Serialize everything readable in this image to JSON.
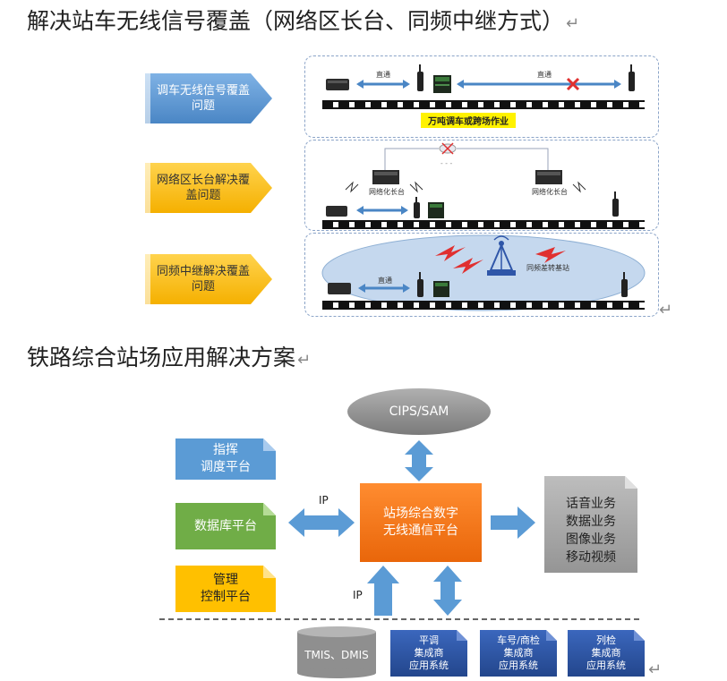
{
  "headings": {
    "h1": "解决站车无线信号覆盖（网络区长台、同频中继方式）",
    "h2": "铁路综合站场应用解决方案",
    "return_mark": "↵"
  },
  "section1": {
    "chevrons": [
      {
        "line1": "调车无线信号覆盖",
        "line2": "问题",
        "color": "#5b9bd5"
      },
      {
        "line1": "网络区长台解决覆",
        "line2": "盖问题",
        "color": "#ffc000"
      },
      {
        "line1": "同频中继解决覆盖",
        "line2": "问题",
        "color": "#ffc000"
      }
    ],
    "panel1": {
      "direct_left": "直通",
      "direct_right": "直通",
      "note": "万吨调车或跨场作业"
    },
    "panel2": {
      "station_left": "网络化长台",
      "station_right": "网络化长台",
      "dash_label": "- - -"
    },
    "panel3": {
      "direct": "直通",
      "relay": "同频差转基站"
    }
  },
  "section2": {
    "cips": "CIPS/SAM",
    "platform_line1": "站场综合数字",
    "platform_line2": "无线通信平台",
    "left_boxes": [
      {
        "line1": "指挥",
        "line2": "调度平台",
        "color": "#5b9bd5"
      },
      {
        "line1": "数据库平台",
        "line2": "",
        "color": "#70ad47"
      },
      {
        "line1": "管理",
        "line2": "控制平台",
        "color": "#ffc000"
      }
    ],
    "ip_left": "IP",
    "ip_bottom": "IP",
    "services": [
      "话音业务",
      "数据业务",
      "图像业务",
      "移动视频"
    ],
    "bottom_systems": [
      {
        "line1": "TMIS、DMIS",
        "line2": "",
        "line3": ""
      },
      {
        "line1": "平调",
        "line2": "集成商",
        "line3": "应用系统"
      },
      {
        "line1": "车号/商检",
        "line2": "集成商",
        "line3": "应用系统"
      },
      {
        "line1": "列检",
        "line2": "集成商",
        "line3": "应用系统"
      }
    ],
    "colors": {
      "platform": "#f47a20",
      "arrow": "#5b9bd5",
      "dark_box": "#2f56a8",
      "gray": "#a6a6a6"
    }
  }
}
